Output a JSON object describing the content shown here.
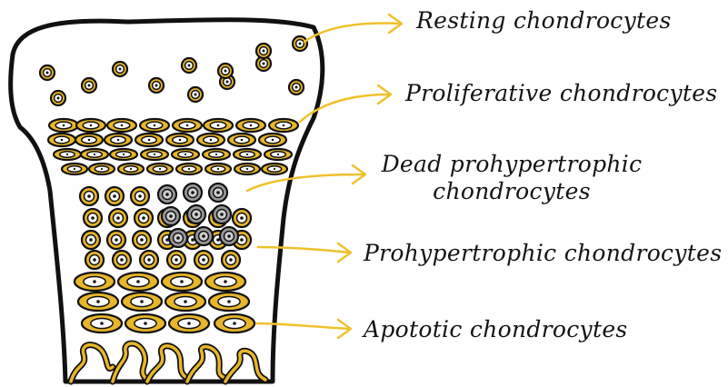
{
  "labels": {
    "resting": "Resting chondrocytes",
    "proliferative": "Proliferative chondrocytes",
    "dead_prohypertrophic_line1": "Dead prohypertrophic",
    "dead_prohypertrophic_line2": "chondrocytes",
    "prohypertrophic": "Prohypertrophic chondrocytes",
    "apoptotic": "Apototic chondrocytes"
  },
  "colors": {
    "outline": "#111111",
    "cell_ring": "#e8b62a",
    "dead_cell": "#9a9a9a",
    "arrow": "#f0c12c",
    "text": "#141414"
  }
}
